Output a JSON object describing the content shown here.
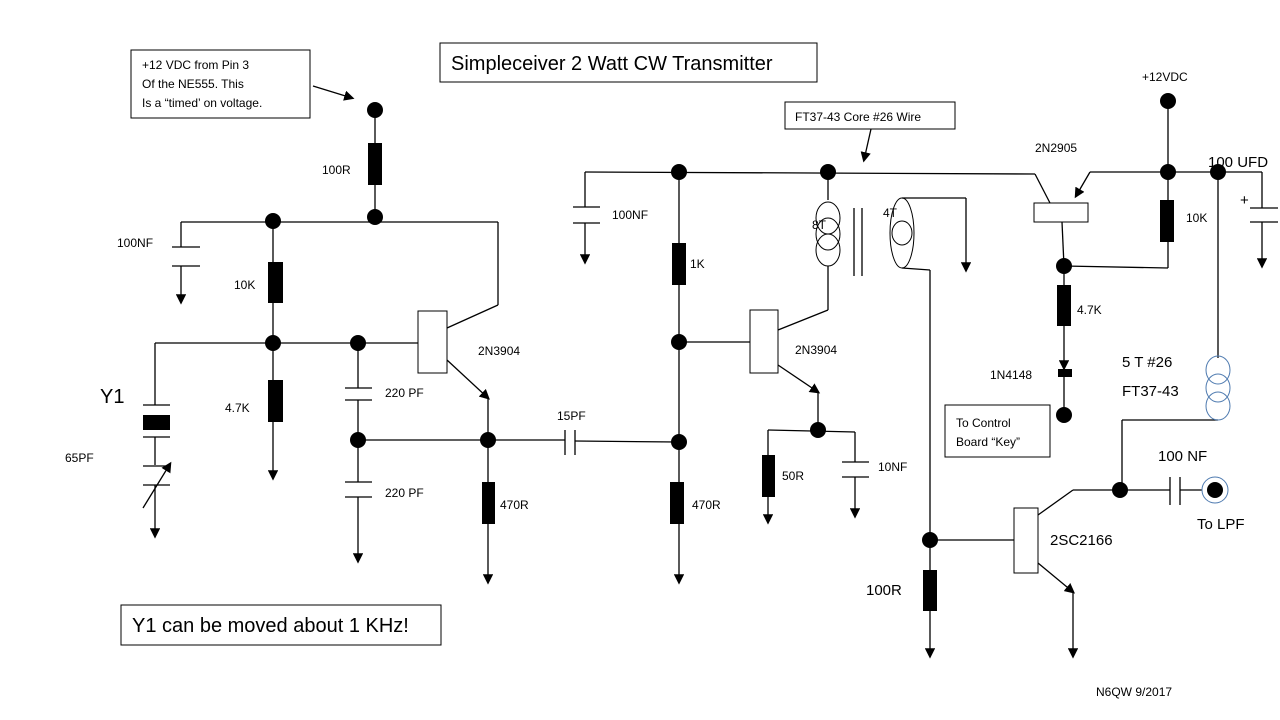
{
  "title": "Simpleceiver 2 Watt CW Transmitter",
  "notes": {
    "supply_note": [
      "+12 VDC from Pin 3",
      "Of the NE555.  This",
      "Is a “timed’ on voltage."
    ],
    "core_note": "FT37-43 Core #26 Wire",
    "key_note": [
      "To Control",
      "Board “Key”"
    ],
    "y1_note": "Y1 can be moved about 1 KHz!",
    "credit": "N6QW 9/2017"
  },
  "labels": {
    "r_100r_top": "100R",
    "c_100nf_left": "100NF",
    "r_10k_left": "10K",
    "y1": "Y1",
    "r_4k7_left": "4.7K",
    "c_65pf": "65PF",
    "c_220pf_1": "220 PF",
    "c_220pf_2": "220 PF",
    "q1": "2N3904",
    "r_470r_1": "470R",
    "c_15pf": "15PF",
    "c_100nf_mid": "100NF",
    "r_1k": "1K",
    "r_470r_2": "470R",
    "q2": "2N3904",
    "coil_8t": "8T",
    "coil_4t": "4T",
    "r_50r": "50R",
    "c_10nf": "10NF",
    "q3": "2N2905",
    "supply": "+12VDC",
    "c_100ufd": "100 UFD",
    "plus": "+",
    "r_10k_right": "10K",
    "r_4k7_right": "4.7K",
    "d1": "1N4148",
    "coil_5t": [
      "5 T #26",
      "FT37-43"
    ],
    "c_100nf_out": "100 NF",
    "out": "To LPF",
    "q4": "2SC2166",
    "r_100r_bottom": "100R"
  }
}
